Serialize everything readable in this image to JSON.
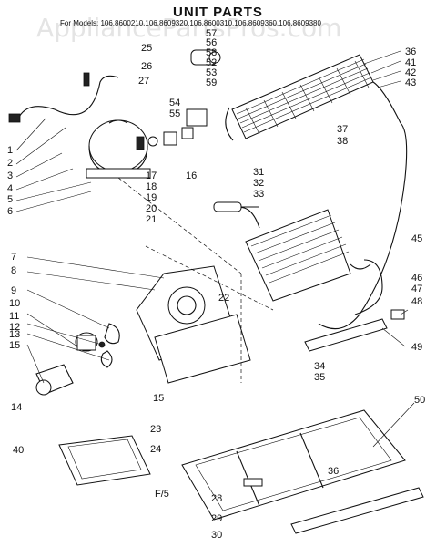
{
  "watermark": "AppliancePartsPros.com",
  "title": "UNIT PARTS",
  "models_line": "For Models: 106.8600210,106.8609320,106.8600310,106.8609360,106.8609380",
  "footer_code": "F/5",
  "callouts": {
    "c1": "1",
    "c2": "2",
    "c3": "3",
    "c4": "4",
    "c5": "5",
    "c6": "6",
    "c7": "7",
    "c8": "8",
    "c9": "9",
    "c10": "10",
    "c11": "11",
    "c12": "12",
    "c13": "13",
    "c14": "14",
    "c15a": "15",
    "c15b": "15",
    "c16": "16",
    "c17": "17",
    "c18": "18",
    "c19": "19",
    "c20": "20",
    "c21": "21",
    "c22": "22",
    "c23": "23",
    "c24": "24",
    "c25": "25",
    "c26": "26",
    "c27": "27",
    "c28": "28",
    "c29": "29",
    "c30": "30",
    "c31": "31",
    "c32": "32",
    "c33": "33",
    "c34": "34",
    "c35": "35",
    "c36a": "36",
    "c36b": "36",
    "c37": "37",
    "c38": "38",
    "c40": "40",
    "c41": "41",
    "c42": "42",
    "c43": "43",
    "c45": "45",
    "c46": "46",
    "c47": "47",
    "c48": "48",
    "c49": "49",
    "c50": "50",
    "c52": "52",
    "c53": "53",
    "c54": "54",
    "c55": "55",
    "c56": "56",
    "c57": "57",
    "c58": "58",
    "c59": "59"
  }
}
